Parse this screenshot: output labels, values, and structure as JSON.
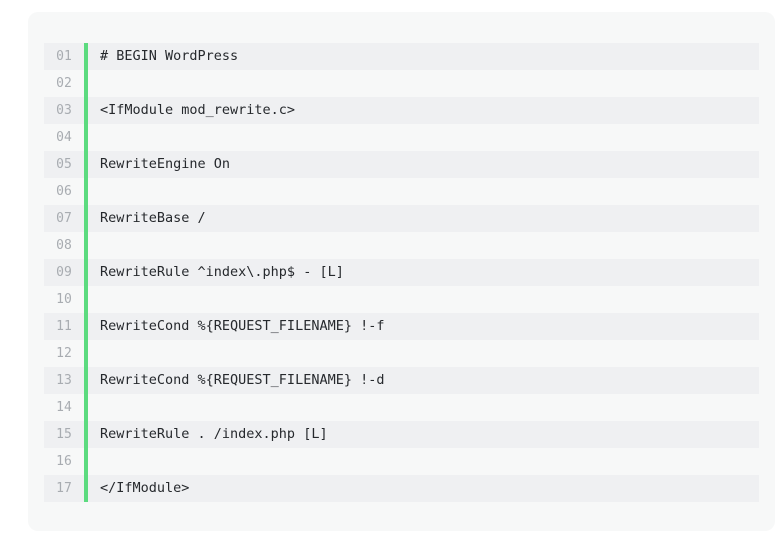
{
  "card": {
    "background": "#f7f8f8",
    "page_background": "#ffffff",
    "marker_color": "#5cdb7f",
    "stripe_color": "#eff0f2",
    "line_number_color": "#a8acb1",
    "code_text_color": "#26292d"
  },
  "code_block": {
    "language": "apacheconf",
    "total_lines": 17,
    "lines": [
      {
        "number": "01",
        "text": "# BEGIN WordPress",
        "striped": true
      },
      {
        "number": "02",
        "text": "",
        "striped": false
      },
      {
        "number": "03",
        "text": "<IfModule mod_rewrite.c>",
        "striped": true
      },
      {
        "number": "04",
        "text": "",
        "striped": false
      },
      {
        "number": "05",
        "text": "RewriteEngine On",
        "striped": true
      },
      {
        "number": "06",
        "text": "",
        "striped": false
      },
      {
        "number": "07",
        "text": "RewriteBase /",
        "striped": true
      },
      {
        "number": "08",
        "text": "",
        "striped": false
      },
      {
        "number": "09",
        "text": "RewriteRule ^index\\.php$ - [L]",
        "striped": true
      },
      {
        "number": "10",
        "text": "",
        "striped": false
      },
      {
        "number": "11",
        "text": "RewriteCond %{REQUEST_FILENAME} !-f",
        "striped": true
      },
      {
        "number": "12",
        "text": "",
        "striped": false
      },
      {
        "number": "13",
        "text": "RewriteCond %{REQUEST_FILENAME} !-d",
        "striped": true
      },
      {
        "number": "14",
        "text": "",
        "striped": false
      },
      {
        "number": "15",
        "text": "RewriteRule . /index.php [L]",
        "striped": true
      },
      {
        "number": "16",
        "text": "",
        "striped": false
      },
      {
        "number": "17",
        "text": "</IfModule>",
        "striped": true
      }
    ]
  }
}
